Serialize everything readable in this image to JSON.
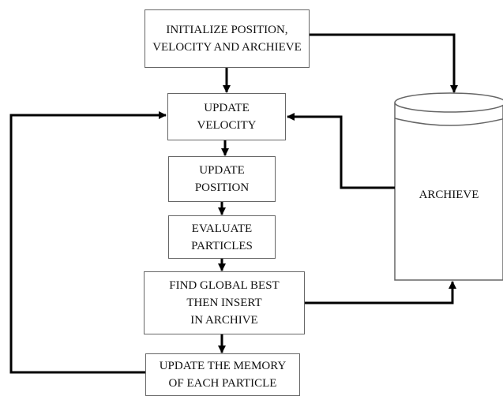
{
  "diagram": {
    "nodes": {
      "initialize": "INITIALIZE POSITION,\nVELOCITY AND ARCHIEVE",
      "update_velocity": "UPDATE\nVELOCITY",
      "update_position": "UPDATE\nPOSITION",
      "evaluate": "EVALUATE\nPARTICLES",
      "find_global_best": "FIND GLOBAL BEST\nTHEN INSERT\nIN ARCHIVE",
      "update_memory": "UPDATE THE MEMORY\nOF EACH PARTICLE",
      "archive": "ARCHIEVE"
    },
    "edges": [
      {
        "from": "initialize",
        "to": "update_velocity"
      },
      {
        "from": "initialize",
        "to": "archive"
      },
      {
        "from": "update_velocity",
        "to": "update_position"
      },
      {
        "from": "update_position",
        "to": "evaluate"
      },
      {
        "from": "evaluate",
        "to": "find_global_best"
      },
      {
        "from": "find_global_best",
        "to": "update_memory"
      },
      {
        "from": "find_global_best",
        "to": "archive"
      },
      {
        "from": "archive",
        "to": "update_velocity"
      },
      {
        "from": "update_memory",
        "to": "update_velocity"
      }
    ]
  }
}
